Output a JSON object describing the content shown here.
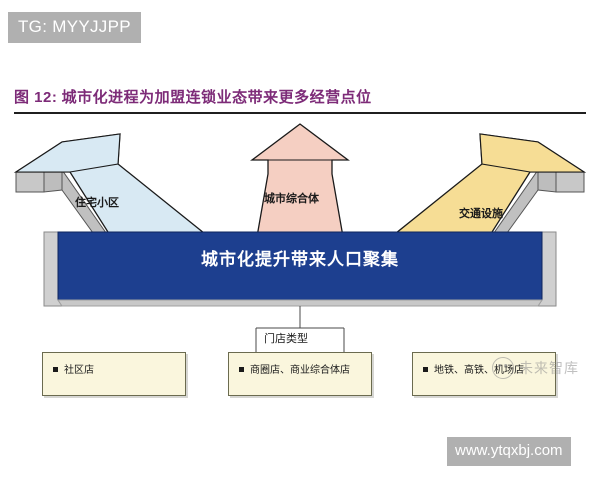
{
  "overlay": {
    "tag_label": "TG: MYYJJPP",
    "url_watermark": "www.ytqxbj.com",
    "brand_watermark": "未来智库"
  },
  "figure": {
    "number_label": "图 12:",
    "title": "城市化进程为加盟连锁业态带来更多经营点位",
    "title_color": "#7d2b78"
  },
  "diagram": {
    "arrows": [
      {
        "name": "residential",
        "label": "住宅小区",
        "fill": "#d8e9f3",
        "stroke": "#1a1a1a"
      },
      {
        "name": "complex",
        "label": "城市综合体",
        "fill": "#f5cfc2",
        "stroke": "#1a1a1a"
      },
      {
        "name": "transport",
        "label": "交通设施",
        "fill": "#f6dd95",
        "stroke": "#1a1a1a"
      }
    ],
    "banner": {
      "text": "城市化提升带来人口聚集",
      "fill": "#1d3f8f",
      "text_color": "#ffffff"
    },
    "store_type_label": "门店类型",
    "note_boxes": [
      {
        "name": "community-store",
        "text": "社区店",
        "fill": "#faf6dd"
      },
      {
        "name": "mall-store",
        "text": "商圈店、商业综合体店",
        "fill": "#faf6dd"
      },
      {
        "name": "transit-store",
        "text": "地铁、高铁、机场店",
        "fill": "#faf6dd"
      }
    ]
  }
}
